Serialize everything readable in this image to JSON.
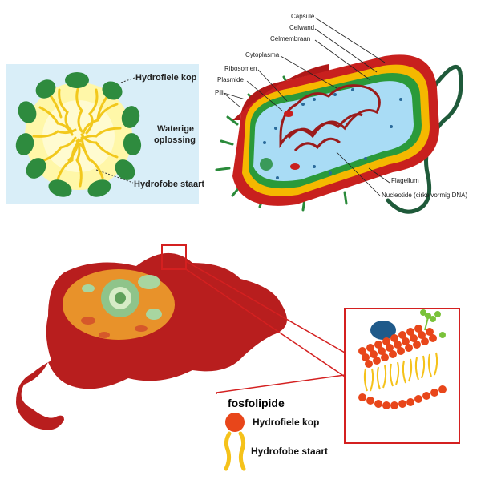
{
  "micelle": {
    "head_label": "Hydrofiele kop",
    "solution_label_line1": "Waterige",
    "solution_label_line2": "oplossing",
    "tail_label": "Hydrofobe staart",
    "colors": {
      "head": "#2e8b3e",
      "tail": "#f2d21c",
      "core": "#fff7a8",
      "background": "#d9eef8"
    }
  },
  "bacterium": {
    "labels": {
      "capsule": "Capsule",
      "cell_wall": "Celwand",
      "cell_membrane": "Celmembraan",
      "cytoplasm": "Cytoplasma",
      "ribosomes": "Ribosomen",
      "plasmid": "Plasmide",
      "pili": "Pili",
      "flagellum": "Flagellum",
      "nucleoid": "Nucleotide (cirkelvormig DNA)"
    },
    "colors": {
      "capsule": "#c8201e",
      "cell_wall": "#f5b800",
      "membrane": "#2a9a3a",
      "cytoplasm": "#a9dcf5",
      "dna": "#9b1b1b",
      "flagellum": "#1f5a3a"
    }
  },
  "phospholipid": {
    "title": "fosfolipide",
    "head_label": "Hydrofiele kop",
    "tail_label": "Hydrofobe staart",
    "colors": {
      "head": "#e8461a",
      "tail": "#f5c21a",
      "frame": "#d42020"
    }
  },
  "animal_cell": {
    "colors": {
      "outer": "#b81e1e",
      "inner": "#e8922a",
      "nucleus": "#8fc48a"
    }
  }
}
